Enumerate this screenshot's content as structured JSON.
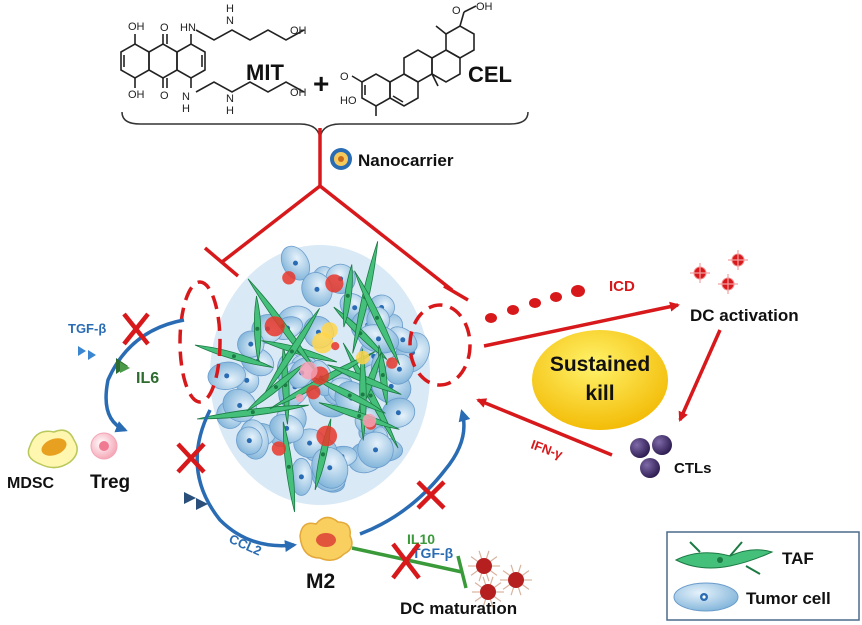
{
  "drugs": {
    "mit": "MIT",
    "plus": "+",
    "cel": "CEL",
    "mit_atoms": {
      "oh_top": "OH",
      "oh_bottom": "OH",
      "o_top": "O",
      "o_bottom": "O",
      "hn_top": "HN",
      "nh_mid_top": "N",
      "h_mid_top": "H",
      "oh_tail_top": "OH",
      "hn_bottom": "N",
      "h_bottom_left": "H",
      "nh_mid_bottom": "N",
      "h_mid_bottom": "H",
      "oh_tail_bottom": "OH"
    },
    "cel_atoms": {
      "o": "O",
      "ho": "HO",
      "oh": "OH",
      "o2": "O"
    }
  },
  "nanocarrier": {
    "label": "Nanocarrier"
  },
  "icd": {
    "label": "ICD"
  },
  "dc_activation": {
    "label": "DC activation"
  },
  "sustained_kill": {
    "line1": "Sustained",
    "line2": "kill"
  },
  "ifn": {
    "label": "IFN-γ"
  },
  "ctls": {
    "label": "CTLs"
  },
  "left": {
    "tgf": "TGF-β",
    "il6": "IL6",
    "mdsc": "MDSC",
    "treg": "Treg"
  },
  "bottom": {
    "ccl2": "CCL2",
    "m2": "M2",
    "il10": "IL10",
    "tgf": "TGF-β",
    "dc_maturation": "DC maturation"
  },
  "legend": {
    "taf": "TAF",
    "tumor": "Tumor cell"
  },
  "colors": {
    "red": "#d7191c",
    "blue": "#2a6cb3",
    "green": "#3a9a3a",
    "dark": "#1a1a1a"
  }
}
